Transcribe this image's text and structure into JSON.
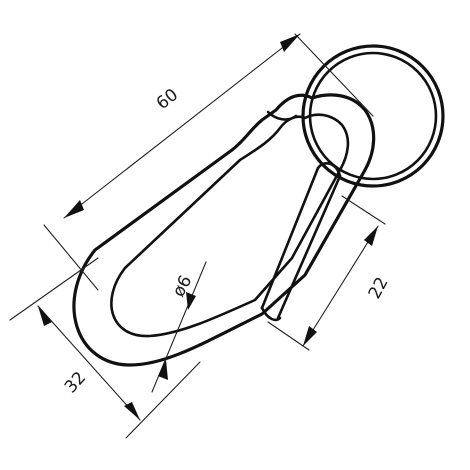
{
  "dimensions": {
    "length": "60",
    "wire_diameter": "ø6",
    "gate_opening": "22",
    "width": "32"
  },
  "colors": {
    "line": "#111111",
    "background": "#ffffff"
  }
}
